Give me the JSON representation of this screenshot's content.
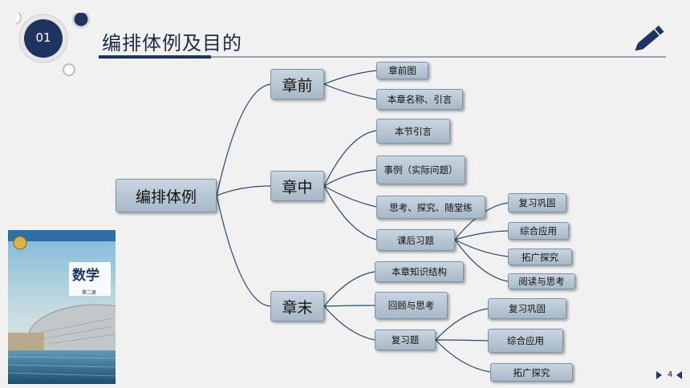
{
  "header": {
    "number": "01",
    "title": "编排体例及目的"
  },
  "root": "编排体例",
  "sections": {
    "chapter_start": {
      "label": "章前",
      "items": [
        "章前图",
        "本章名称、引言"
      ]
    },
    "chapter_middle": {
      "label": "章中",
      "items": [
        "本节引言",
        "事例（实际问题）",
        "思考、探究、随堂练",
        "课后习题"
      ],
      "exercise_items": [
        "复习巩固",
        "综合应用",
        "拓广探究",
        "阅读与思考"
      ]
    },
    "chapter_end": {
      "label": "章末",
      "items": [
        "本章知识结构",
        "回顾与思考",
        "复习题"
      ],
      "review_items": [
        "复习巩固",
        "综合应用",
        "拓广探究"
      ]
    }
  },
  "book": {
    "title": "数学",
    "volume": "第二册"
  },
  "footer": {
    "page": "4"
  },
  "colors": {
    "accent": "#1f3360",
    "node_fill": "#b8c7d6",
    "connector": "#27486e"
  }
}
